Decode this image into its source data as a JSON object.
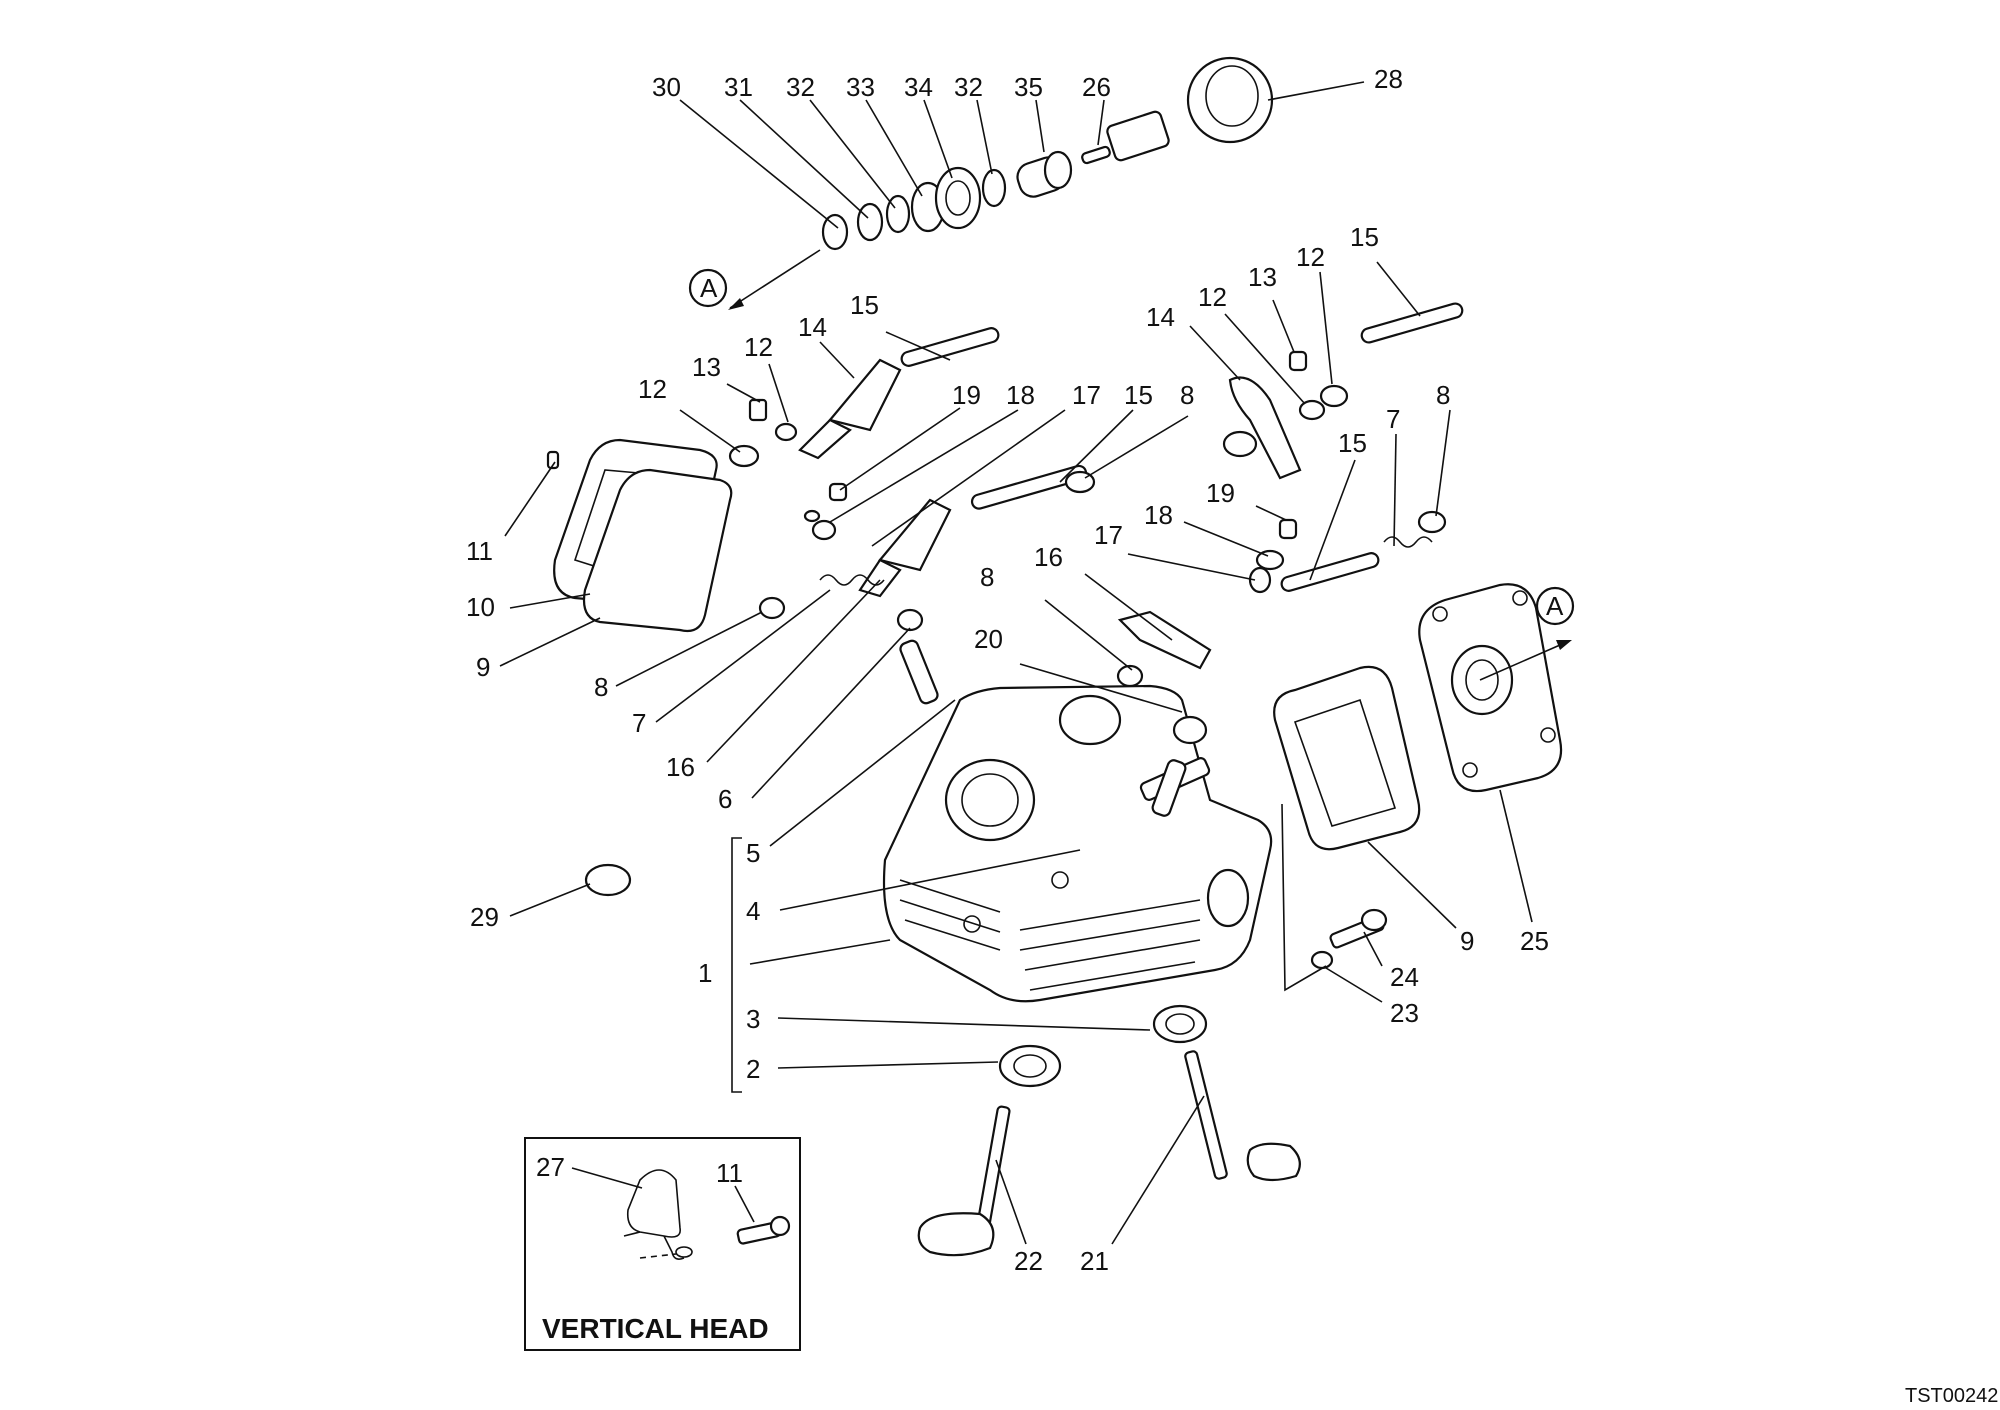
{
  "callouts": {
    "c30": "30",
    "c31": "31",
    "c32a": "32",
    "c33": "33",
    "c34": "34",
    "c32b": "32",
    "c35": "35",
    "c26": "26",
    "c28": "28",
    "c13l": "13",
    "c12l1": "12",
    "c12l2": "12",
    "c14l": "14",
    "c15l": "15",
    "c19l": "19",
    "c18l": "18",
    "c17l": "17",
    "c15m": "15",
    "c8m": "8",
    "c11": "11",
    "c10": "10",
    "c9l": "9",
    "c8l": "8",
    "c7l": "7",
    "c16l": "16",
    "c6": "6",
    "c5": "5",
    "c4": "4",
    "c1": "1",
    "c3": "3",
    "c2": "2",
    "c29": "29",
    "c14r": "14",
    "c12r1": "12",
    "c13r": "13",
    "c12r2": "12",
    "c15r": "15",
    "c19r": "19",
    "c18r": "18",
    "c17r": "17",
    "c16r": "16",
    "c8r1": "8",
    "c20": "20",
    "c15r2": "15",
    "c7r": "7",
    "c8r2": "8",
    "c9r": "9",
    "c25": "25",
    "c24": "24",
    "c23": "23",
    "c22": "22",
    "c21": "21",
    "c27": "27",
    "c11i": "11",
    "markA1": "A",
    "markA2": "A"
  },
  "inset": {
    "title": "VERTICAL HEAD"
  },
  "footer": {
    "code": "TST00242"
  }
}
